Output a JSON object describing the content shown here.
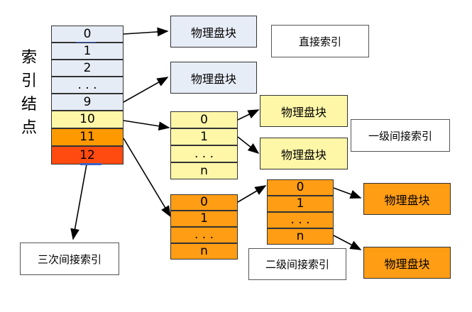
{
  "colors": {
    "inode_blue": "#e6ecf6",
    "inode_yellow": "#fff7a8",
    "inode_orange": "#ff9900",
    "inode_red": "#ff4a10",
    "block_blue": "#e7edf7",
    "block_yellow": "#fff7a8",
    "block_orange": "#ff9d14",
    "underline_blue": "#3a64c8"
  },
  "inode": {
    "title_chars": [
      "索",
      "引",
      "结",
      "点"
    ],
    "cells": [
      "0",
      "1",
      "2",
      ". . .",
      "9",
      "10",
      "11",
      "12"
    ]
  },
  "block_label": "物理盘块",
  "labels": {
    "direct": "直接索引",
    "single": "一级间接索引",
    "double": "二级间接索引",
    "triple": "三次间接索引"
  },
  "index_tables": {
    "single": [
      "0",
      "1",
      ". . .",
      "n"
    ],
    "double_first": [
      "0",
      "1",
      ". . .",
      "n"
    ],
    "double_second": [
      "0",
      "1",
      ". . .",
      "n"
    ]
  }
}
